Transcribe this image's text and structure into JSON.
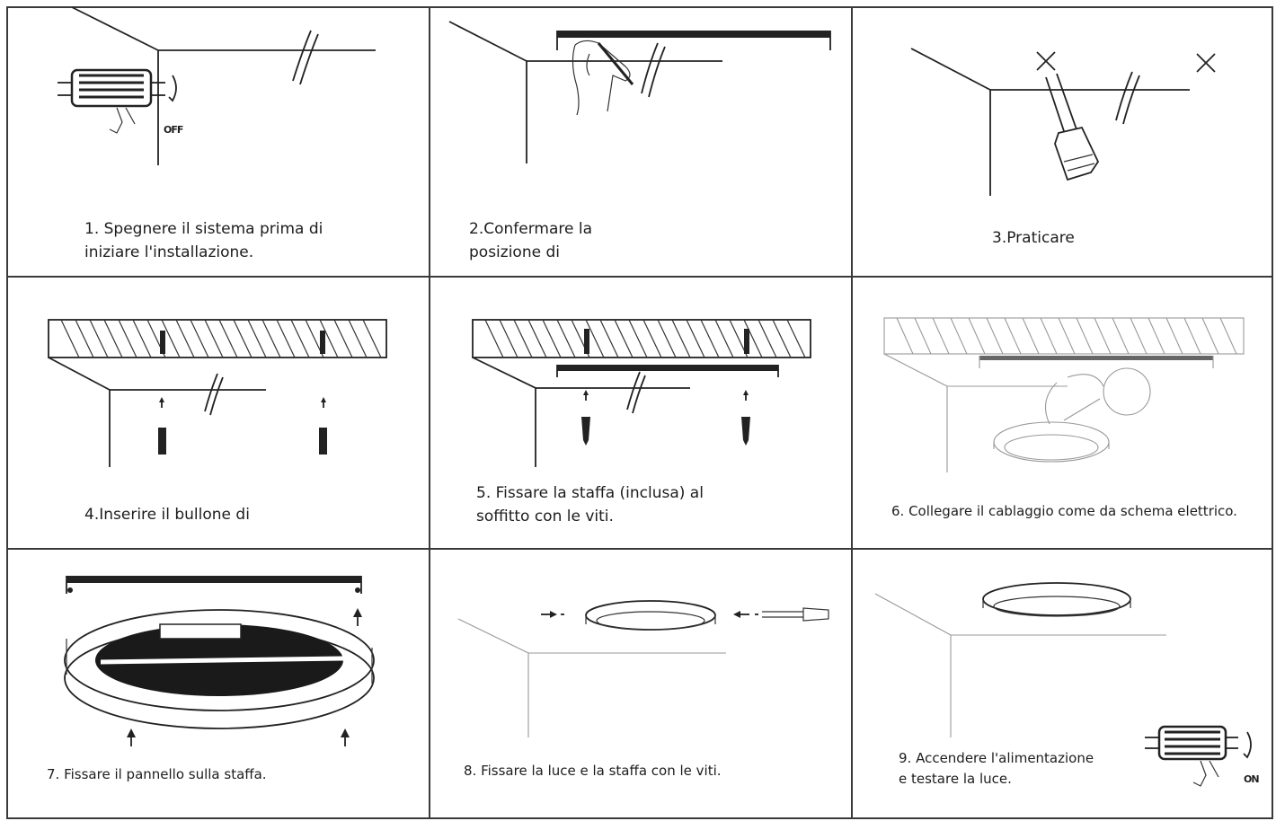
{
  "steps": [
    {
      "id": 1,
      "caption": "1. Spegnere il sistema prima di\n  iniziare l'installazione.",
      "switch_label": "OFF"
    },
    {
      "id": 2,
      "caption": "2.Confermare la\n  posizione di"
    },
    {
      "id": 3,
      "caption": "3.Praticare"
    },
    {
      "id": 4,
      "caption": "4.Inserire il bullone di"
    },
    {
      "id": 5,
      "caption": "5. Fissare la staffa (inclusa) al\n   soffitto con le viti."
    },
    {
      "id": 6,
      "caption": "6. Collegare il cablaggio come da schema elettrico."
    },
    {
      "id": 7,
      "caption": "7. Fissare il pannello sulla staffa."
    },
    {
      "id": 8,
      "caption": "8. Fissare la luce e la staffa con le viti."
    },
    {
      "id": 9,
      "caption": "9. Accendere l'alimentazione\ne testare la luce.",
      "switch_label": "ON"
    }
  ],
  "colors": {
    "line": "#222222",
    "frame": "#3a3a3a",
    "faint": "#9a9a9a"
  }
}
